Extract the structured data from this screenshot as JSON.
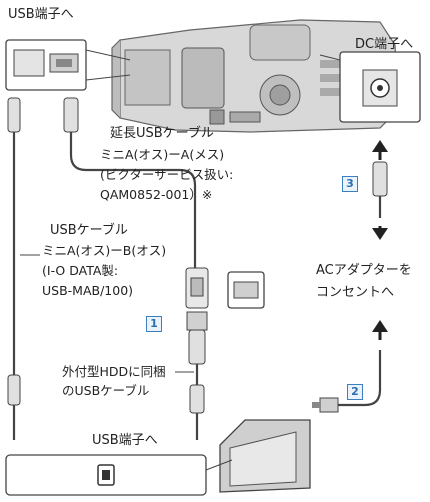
{
  "labels": {
    "usb_port_top": "USB端子へ",
    "dc_port": "DC端子へ",
    "ext_cable_title": "延長USBケーブル",
    "ext_cable_line1": "ミニA(オス)ーA(メス)",
    "ext_cable_line2": "(ビクターサービス扱い:",
    "ext_cable_line3": "QAM0852-001）※",
    "usb_cable_title": "USBケーブル",
    "usb_cable_line1": "ミニA(オス)ーB(オス)",
    "usb_cable_line2": "(I-O DATA製:",
    "usb_cable_line3": "USB-MAB/100)",
    "hdd_cable_line1": "外付型HDDに同梱",
    "hdd_cable_line2": "のUSBケーブル",
    "usb_port_bottom": "USB端子へ",
    "ac_adapter_line1": "ACアダプターを",
    "ac_adapter_line2": "コンセントへ"
  },
  "steps": {
    "one": "1",
    "two": "2",
    "three": "3"
  },
  "colors": {
    "line": "#444444",
    "device": "#cfcfcf",
    "device_dark": "#9a9a9a",
    "step_border": "#3a7fc0"
  }
}
